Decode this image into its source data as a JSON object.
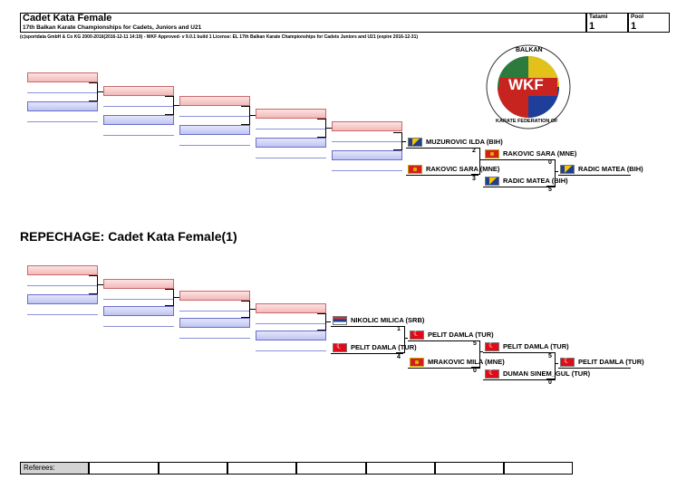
{
  "header": {
    "title": "Cadet Kata Female",
    "subtitle": "17th Balkan Karate Championships for Cadets, Juniors and U21",
    "license": "(c)sportdata GmbH & Co KG 2000-2016(2016-12-11 14:19) - WKF Approved- v 9.0.1 build 1 License: EL 17th Balkan Karate Championships for Cadets Juniors and U21 (expire 2016-12-31)",
    "tatami_label": "Tatami",
    "tatami_value": "1",
    "pool_label": "Pool",
    "pool_value": "1"
  },
  "logo": {
    "top_text": "BALKAN",
    "center_text": "WKF",
    "bottom_text": "KARATE FEDERATION OF"
  },
  "main_bracket": {
    "r1a": {
      "name": "MUZUROVIC ILDA (BIH)",
      "score": "2",
      "flag": "bih"
    },
    "r1b": {
      "name": "RAKOVIC SARA (MNE)",
      "score": "3",
      "flag": "mne"
    },
    "r2a": {
      "name": "RAKOVIC SARA (MNE)",
      "score": "0",
      "flag": "mne"
    },
    "r2b": {
      "name": "RADIC MATEA (BIH)",
      "score": "5",
      "flag": "bih"
    },
    "winner": {
      "name": "RADIC MATEA (BIH)",
      "flag": "bih"
    }
  },
  "repechage": {
    "heading": "REPECHAGE:  Cadet Kata Female(1)",
    "r0a": {
      "name": "NIKOLIC MILICA (SRB)",
      "score": "1",
      "flag": "srb"
    },
    "r0b": {
      "name": "PELIT DAMLA (TUR)",
      "score": "4",
      "flag": "tur"
    },
    "r1a": {
      "name": "PELIT DAMLA (TUR)",
      "score": "5",
      "flag": "tur"
    },
    "r1b": {
      "name": "MRAKOVIC MILA (MNE)",
      "score": "0",
      "flag": "mne"
    },
    "r2a": {
      "name": "PELIT DAMLA (TUR)",
      "score": "5",
      "flag": "tur"
    },
    "r2b": {
      "name": "DUMAN SINEM_GUL (TUR)",
      "score": "0",
      "flag": "tur"
    },
    "winner": {
      "name": "PELIT DAMLA (TUR)",
      "flag": "tur"
    }
  },
  "referees": {
    "label": "Referees:"
  }
}
